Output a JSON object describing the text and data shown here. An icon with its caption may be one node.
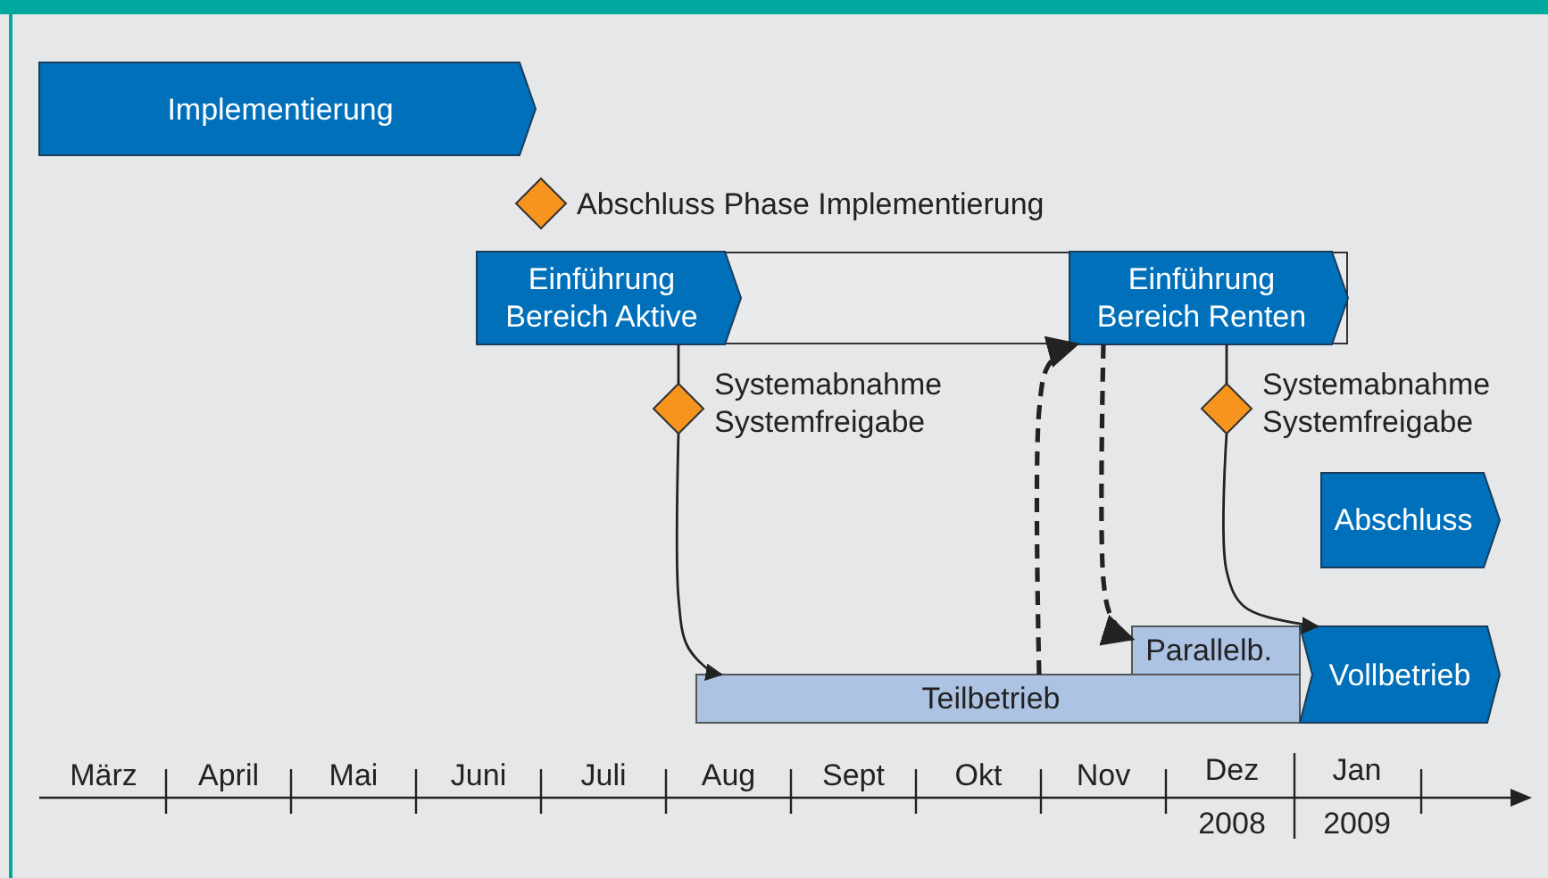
{
  "diagram": {
    "nodes": [
      {
        "text": [
          "Implementierung"
        ]
      },
      {
        "text": [],
        "shape": "diamond",
        "beside": [
          "Abschluss Phase Implementierung"
        ]
      },
      {
        "text": [],
        "shape": "box"
      },
      {
        "text": [
          "Einführung Bereich Aktive"
        ],
        "in": 2
      },
      {
        "text": [
          "Einführung Bereich Renten"
        ],
        "in": 2
      },
      {
        "text": [],
        "shape": "diamond",
        "beside": [
          "Systemabnahme Systemfreigabe"
        ]
      },
      {
        "text": [],
        "shape": "diamond",
        "beside": [
          "Systemabnahme Systemfreigabe"
        ]
      },
      {
        "text": [
          "Abschluss"
        ]
      },
      {
        "text": [
          "Parallelb."
        ]
      },
      {
        "text": [
          "Teilbetrieb"
        ]
      },
      {
        "text": [
          "Vollbetrieb"
        ]
      }
    ],
    "edges": [
      {
        "from": 3,
        "to": 5,
        "arrow": "none"
      },
      {
        "from": 5,
        "to": 9,
        "arrow": "to"
      },
      {
        "from": 4,
        "to": 6,
        "arrow": "none"
      },
      {
        "from": 6,
        "to": 10,
        "arrow": "to"
      },
      {
        "from": 9,
        "to": 4,
        "arrow": "to",
        "style": "dashed"
      },
      {
        "from": 4,
        "to": 8,
        "arrow": "to",
        "style": "dashed"
      }
    ],
    "labels": [
      "März",
      "April",
      "Mai",
      "Juni",
      "Juli",
      "Aug",
      "Sept",
      "Okt",
      "Nov",
      "Dez",
      "Jan",
      "2008",
      "2009"
    ]
  }
}
